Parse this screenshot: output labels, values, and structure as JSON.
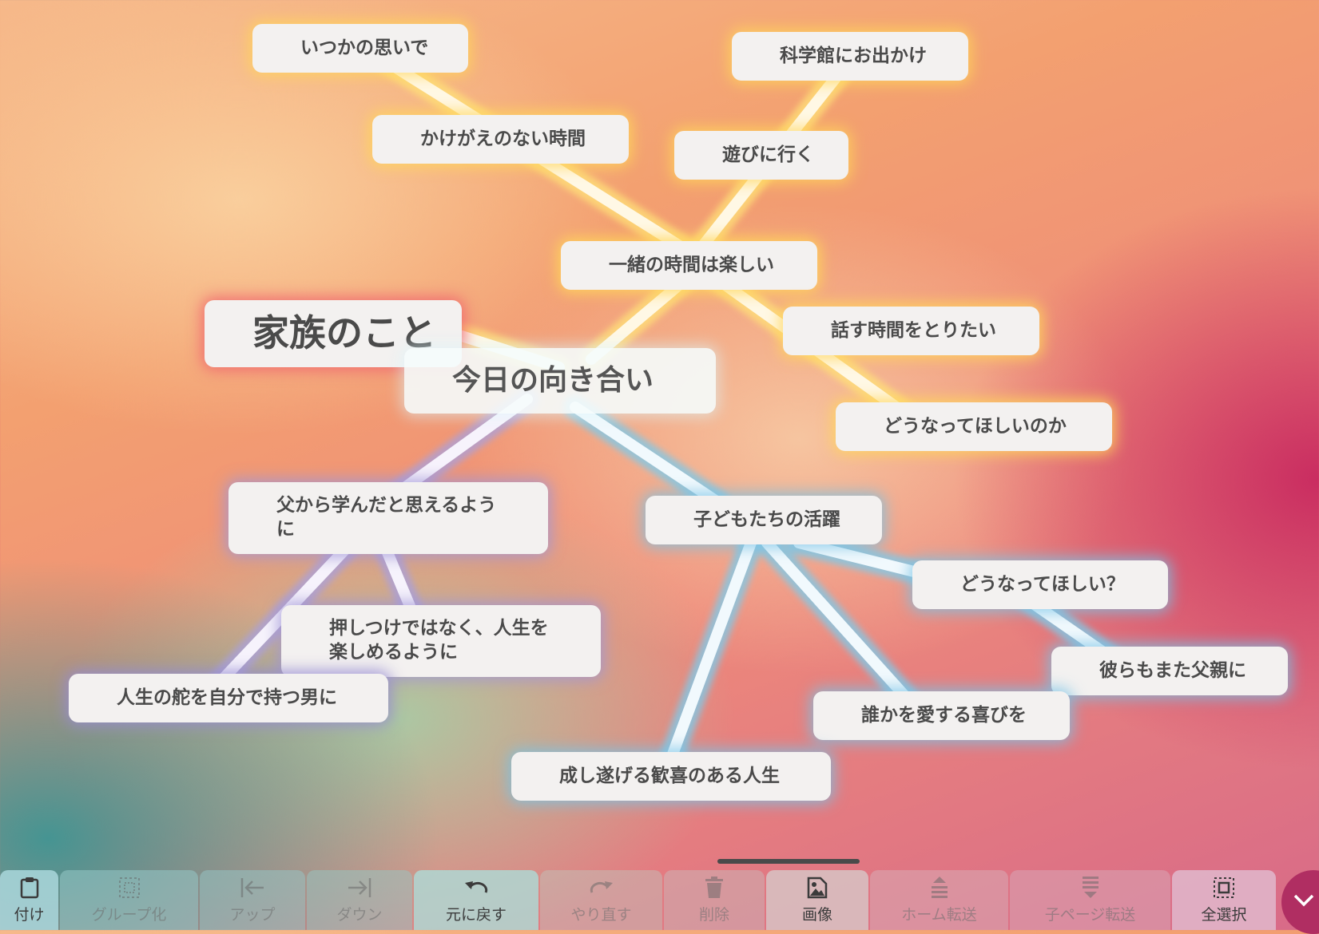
{
  "mindmap": {
    "nodes": [
      {
        "id": "n1",
        "label": "いつかの思いで"
      },
      {
        "id": "n2",
        "label": "科学館にお出かけ"
      },
      {
        "id": "n3",
        "label": "かけがえのない時間"
      },
      {
        "id": "n4",
        "label": "遊びに行く"
      },
      {
        "id": "n5",
        "label": "一緒の時間は楽しい"
      },
      {
        "id": "n6",
        "label": "家族のこと"
      },
      {
        "id": "n7",
        "label": "話す時間をとりたい"
      },
      {
        "id": "n8",
        "label": "今日の向き合い"
      },
      {
        "id": "n9",
        "label": "どうなってほしいのか"
      },
      {
        "id": "n10",
        "label": "父から学んだと思えるよう\nに"
      },
      {
        "id": "n11",
        "label": "子どもたちの活躍"
      },
      {
        "id": "n12",
        "label": "どうなってほしい？"
      },
      {
        "id": "n13",
        "label": "押しつけではなく、人生を\n楽しめるように"
      },
      {
        "id": "n14",
        "label": "彼らもまた父親に"
      },
      {
        "id": "n15",
        "label": "人生の舵を自分で持つ男に"
      },
      {
        "id": "n16",
        "label": "誰かを愛する喜びを"
      },
      {
        "id": "n17",
        "label": "成し遂げる歓喜のある人生"
      }
    ]
  },
  "toolbar": {
    "paste": "付け",
    "group": "グループ化",
    "up": "アップ",
    "down": "ダウン",
    "undo": "元に戻す",
    "redo": "やり直す",
    "delete": "削除",
    "image": "画像",
    "home_transfer": "ホーム転送",
    "child_transfer": "子ページ転送",
    "select_all": "全選択"
  },
  "colors": {
    "node_bg": "#f3f1f0",
    "glow_yellow": "#ffd86a",
    "glow_blue": "#8fd0ea",
    "glow_purple": "#a9a0d8",
    "glow_red": "#f0707a",
    "collapse": "#b02e62"
  },
  "icons": [
    "clipboard-icon",
    "group-icon",
    "move-up-icon",
    "move-down-icon",
    "undo-icon",
    "redo-icon",
    "trash-icon",
    "image-icon",
    "home-transfer-icon",
    "child-transfer-icon",
    "select-all-icon",
    "chevron-down-icon"
  ]
}
